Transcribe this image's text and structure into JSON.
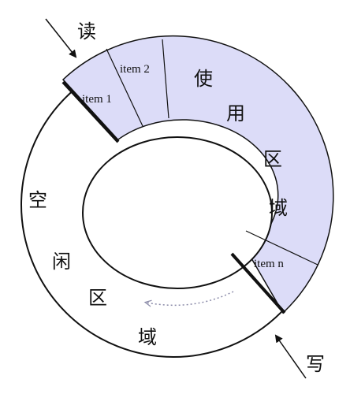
{
  "labels": {
    "read": "读",
    "write": "写",
    "item1": "item 1",
    "item2": "item 2",
    "itemn": "item n",
    "used_chars": [
      "使",
      "用",
      "区",
      "域"
    ],
    "free_chars": [
      "空",
      "闲",
      "区",
      "域"
    ]
  },
  "colors": {
    "used_fill": "#dcdcf8",
    "free_fill": "#ffffff",
    "stroke": "#111111",
    "dotted_arrow": "#8a8aa8"
  },
  "icons": {
    "read_arrow": "arrow-down-right-icon",
    "write_arrow": "arrow-up-left-icon",
    "direction_arrow": "dotted-curved-arrow-icon"
  }
}
